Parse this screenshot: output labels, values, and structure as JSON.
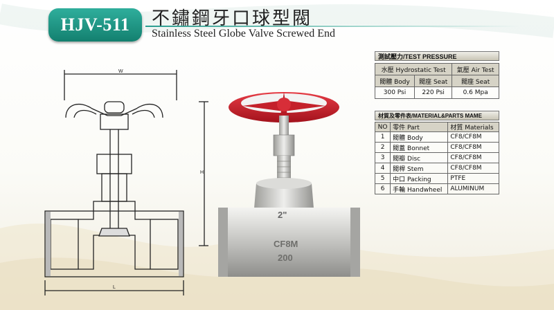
{
  "badge": {
    "model": "HJV-511"
  },
  "title": {
    "zh": "不鏽鋼牙口球型閥",
    "en": "Stainless Steel Globe Valve Screwed End"
  },
  "drawing": {
    "dim_w": "W",
    "dim_h": "H",
    "dim_l": "L"
  },
  "photo": {
    "size_mark": "2\"",
    "material_mark": "CF8M",
    "pressure_mark": "200"
  },
  "test_pressure": {
    "heading": "測試壓力/TEST PRESSURE",
    "row1": [
      "水壓 Hydrostatic Test",
      "氣壓 Air Test"
    ],
    "row2": [
      "閥體 Body",
      "閥座 Seat",
      "閥座 Seat"
    ],
    "row3": [
      "300 Psi",
      "220 Psi",
      "0.6 Mpa"
    ]
  },
  "materials": {
    "heading": "材質及零件表/MATERIAL&PARTS MAME",
    "columns": [
      "NO",
      "零件 Part",
      "材質 Materials"
    ],
    "rows": [
      {
        "no": "1",
        "part": "閥體 Body",
        "material": "CF8/CF8M"
      },
      {
        "no": "2",
        "part": "閥蓋 Bonnet",
        "material": "CF8/CF8M"
      },
      {
        "no": "3",
        "part": "閥瓣 Disc",
        "material": "CF8/CF8M"
      },
      {
        "no": "4",
        "part": "閥桿 Stem",
        "material": "CF8/CF8M"
      },
      {
        "no": "5",
        "part": "中口 Packing",
        "material": "PTFE"
      },
      {
        "no": "6",
        "part": "手輪 Handwheel",
        "material": "ALUMINUM"
      }
    ]
  },
  "colors": {
    "accent": "#1f9685",
    "handwheel": "#c9252f"
  }
}
